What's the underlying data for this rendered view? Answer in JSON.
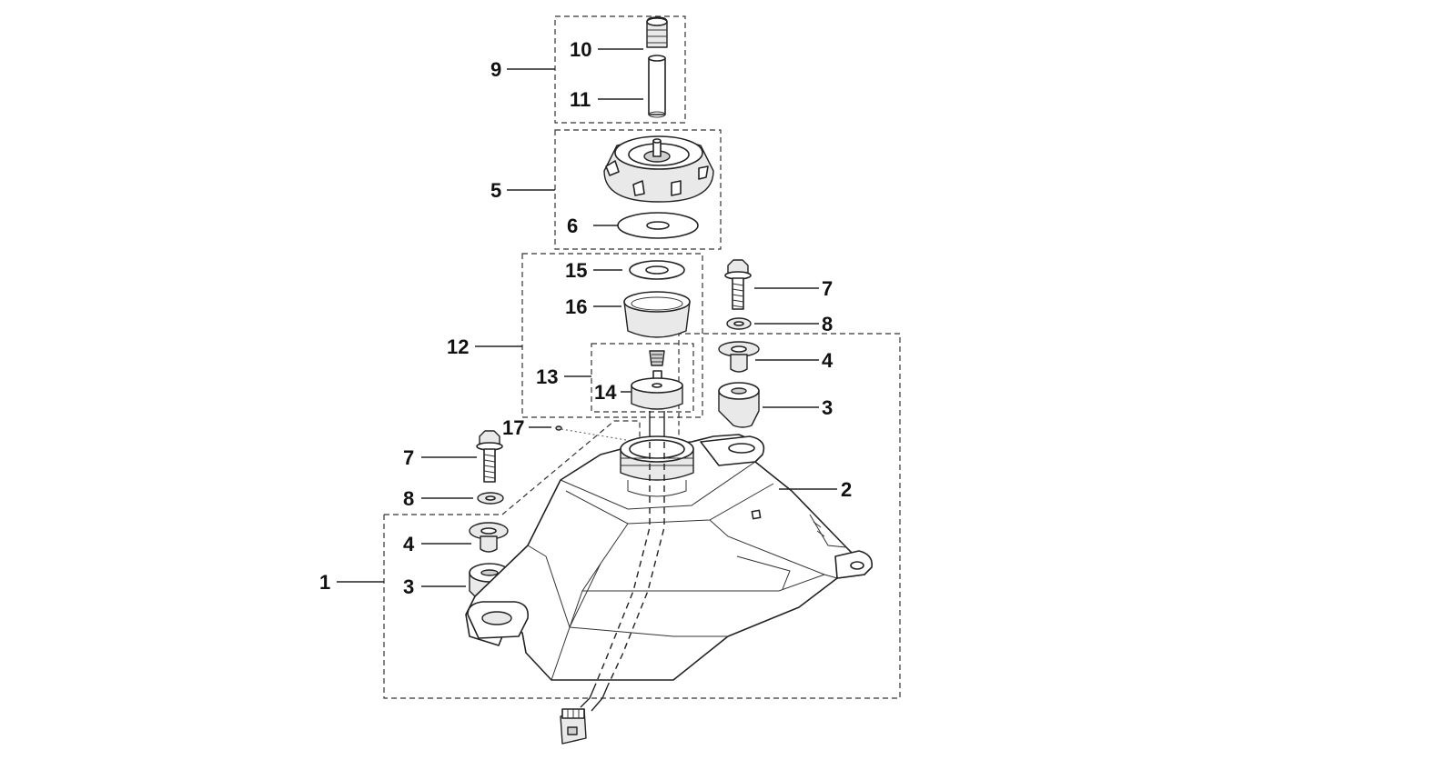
{
  "diagram": {
    "callouts": [
      {
        "id": "c1",
        "label": "1"
      },
      {
        "id": "c2",
        "label": "2"
      },
      {
        "id": "c3a",
        "label": "3"
      },
      {
        "id": "c3b",
        "label": "3"
      },
      {
        "id": "c4a",
        "label": "4"
      },
      {
        "id": "c4b",
        "label": "4"
      },
      {
        "id": "c5",
        "label": "5"
      },
      {
        "id": "c6",
        "label": "6"
      },
      {
        "id": "c7a",
        "label": "7"
      },
      {
        "id": "c7b",
        "label": "7"
      },
      {
        "id": "c8a",
        "label": "8"
      },
      {
        "id": "c8b",
        "label": "8"
      },
      {
        "id": "c9",
        "label": "9"
      },
      {
        "id": "c10",
        "label": "10"
      },
      {
        "id": "c11",
        "label": "11"
      },
      {
        "id": "c12",
        "label": "12"
      },
      {
        "id": "c13",
        "label": "13"
      },
      {
        "id": "c14",
        "label": "14"
      },
      {
        "id": "c15",
        "label": "15"
      },
      {
        "id": "c16",
        "label": "16"
      },
      {
        "id": "c17",
        "label": "17"
      }
    ]
  }
}
